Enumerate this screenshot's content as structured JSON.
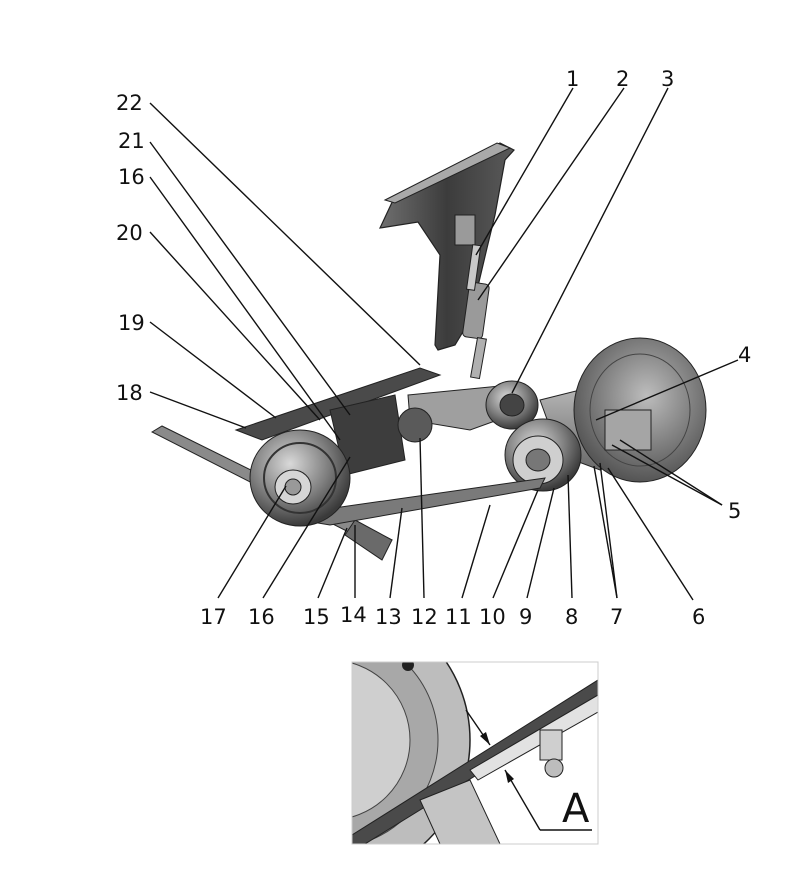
{
  "labels": {
    "l1": "1",
    "l2": "2",
    "l3": "3",
    "l4": "4",
    "l5": "5",
    "l6": "6",
    "l7": "7",
    "l8": "8",
    "l9": "9",
    "l10": "10",
    "l11": "11",
    "l12": "12",
    "l13": "13",
    "l14": "14",
    "l15": "15",
    "l16a": "16",
    "l16b": "16",
    "l17": "17",
    "l18": "18",
    "l19": "19",
    "l20": "20",
    "l21": "21",
    "l22": "22"
  },
  "inset": {
    "letter": "A"
  },
  "colors": {
    "dark": "#3a3a3a",
    "mid": "#8c8c8c",
    "light": "#c8c8c8",
    "line": "#111111"
  }
}
